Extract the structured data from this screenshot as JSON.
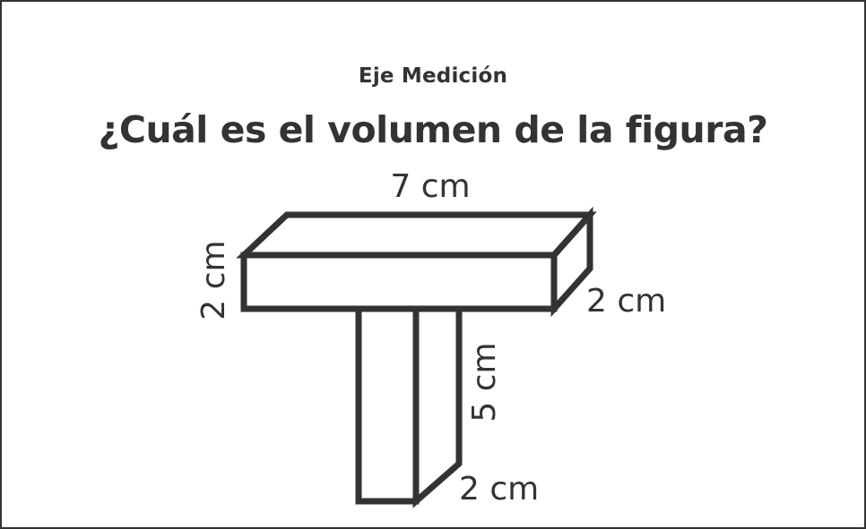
{
  "header": {
    "subject": "Eje Medición",
    "question": "¿Cuál es el volumen de la figura?"
  },
  "figure": {
    "top_bar": {
      "length_label": "7 cm",
      "height_label": "2 cm",
      "depth_label": "2 cm"
    },
    "stem": {
      "height_label": "5 cm",
      "depth_label": "2 cm"
    }
  },
  "colors": {
    "stroke": "#333333",
    "background": "#ffffff"
  }
}
